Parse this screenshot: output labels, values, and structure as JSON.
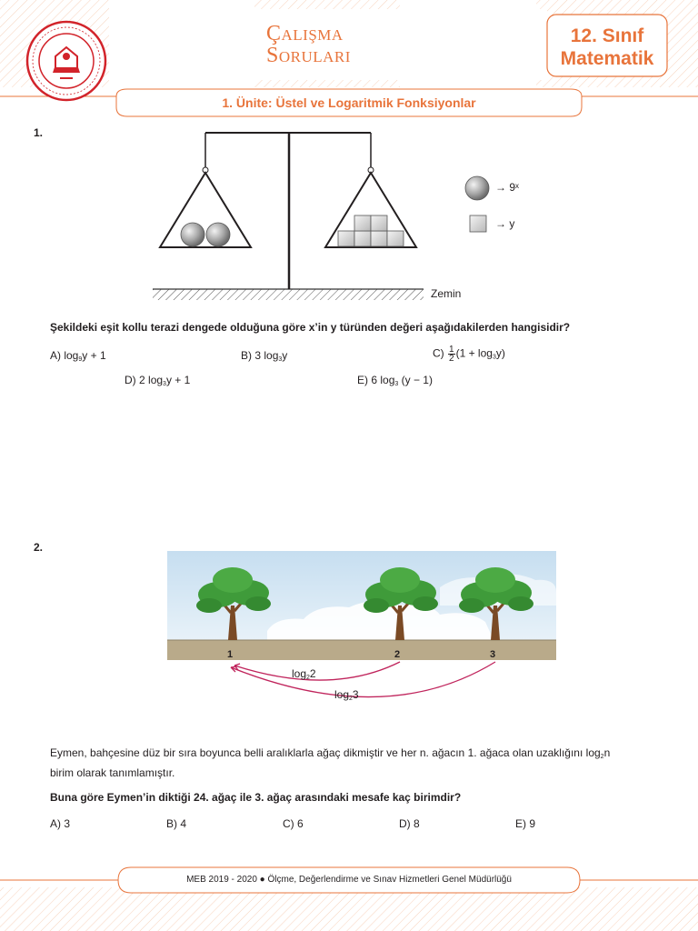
{
  "header": {
    "title_line1_cap": "Ç",
    "title_line1_rest": "ALIŞMA",
    "title_line2_cap": "S",
    "title_line2_rest": "ORULARI",
    "grade": "12. Sınıf",
    "subject": "Matematik",
    "unit": "1. Ünite: Üstel ve Logaritmik Fonksiyonlar"
  },
  "q1": {
    "number": "1.",
    "legend_ball": "→ 9ˣ",
    "legend_cube": "→ y",
    "ground_label": "Zemin",
    "question": "Şekildeki eşit kollu terazi dengede olduğuna göre x’in y türünden değeri aşağıdakilerden hangisidir?",
    "options": {
      "a_label": "A)",
      "a_pre": "log",
      "a_sub": "9",
      "a_post": "y + 1",
      "b_label": "B)",
      "b_pre": "3 log",
      "b_sub": "3",
      "b_post": "y",
      "c_label": "C)",
      "c_num": "1",
      "c_den": "2",
      "c_pre": "(1 + log",
      "c_sub": "3",
      "c_post": "y)",
      "d_label": "D)",
      "d_pre": "2 log",
      "d_sub": "3",
      "d_post": "y + 1",
      "e_label": "E)",
      "e_pre": "6 log",
      "e_sub": "3",
      "e_post": " (y − 1)"
    }
  },
  "q2": {
    "number": "2.",
    "tree_labels": [
      "1",
      "2",
      "3"
    ],
    "arc1_base": "log",
    "arc1_sub": "2",
    "arc1_arg": "2",
    "arc2_base": "log",
    "arc2_sub": "2",
    "arc2_arg": "3",
    "para_line1_pre": "Eymen, bahçesine düz bir sıra boyunca belli aralıklarla ağaç dikmiştir ve her n. ağacın 1. ağaca olan uzaklığını ",
    "para_log": "log",
    "para_log_sub": "2",
    "para_log_arg": "n",
    "para_line2": "birim olarak tanımlamıştır.",
    "question": "Buna göre Eymen’in diktiği 24. ağaç ile 3. ağaç arasındaki mesafe kaç birimdir?",
    "options": [
      "A) 3",
      "B) 4",
      "C) 6",
      "D) 8",
      "E) 9"
    ]
  },
  "footer": {
    "text": "MEB  2019 - 2020 ● Ölçme, Değerlendirme ve Sınav Hizmetleri Genel Müdürlüğü"
  },
  "colors": {
    "accent": "#e8743b",
    "arc": "#c0245c",
    "ground": "#b9aa8a",
    "sky": "#cfe4f2",
    "tree": "#3f9b3a",
    "logo_red": "#d2232a"
  }
}
